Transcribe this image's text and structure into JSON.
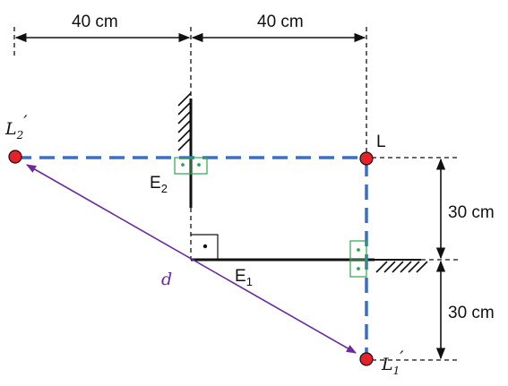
{
  "colors": {
    "ink": "#111111",
    "ray_blue": "#3a6fc4",
    "point_red": "#e8202a",
    "distance_purple": "#6a2aa0",
    "right_angle_green": "#2aa84a"
  },
  "dimensions": {
    "top_left": "40 cm",
    "top_right": "40 cm",
    "right_upper": "30 cm",
    "right_lower": "30 cm"
  },
  "labels": {
    "lamp": "L",
    "image1_main": "L",
    "image1_sub": "1",
    "image1_prime": "′",
    "image2_main": "L",
    "image2_sub": "2",
    "image2_prime": "′",
    "mirror1_main": "E",
    "mirror1_sub": "1",
    "mirror2_main": "E",
    "mirror2_sub": "2",
    "distance": "d"
  },
  "icons": {
    "point": "filled-circle",
    "hatching": "mirror-hatch-lines",
    "right_angle": "right-angle-square"
  }
}
